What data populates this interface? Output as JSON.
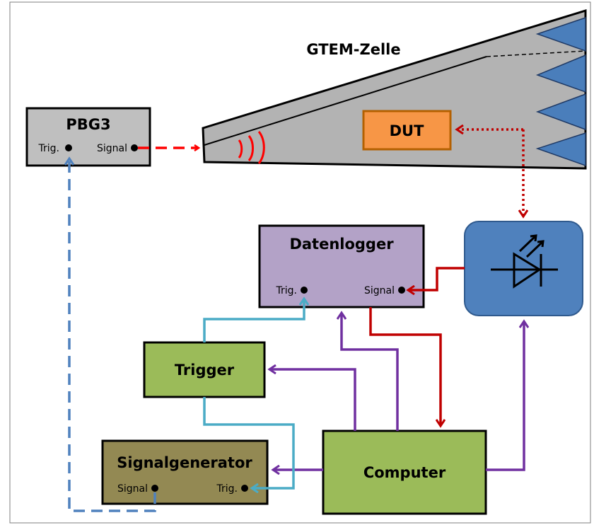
{
  "gtem": {
    "title": "GTEM-Zelle",
    "dut_label": "DUT"
  },
  "pbg3": {
    "title": "PBG3",
    "trig": "Trig.",
    "signal": "Signal"
  },
  "datenlogger": {
    "title": "Datenlogger",
    "trig": "Trig.",
    "signal": "Signal"
  },
  "trigger": {
    "title": "Trigger"
  },
  "signalgenerator": {
    "title": "Signalgenerator",
    "signal": "Signal",
    "trig": "Trig."
  },
  "computer": {
    "title": "Computer"
  },
  "colors": {
    "gray_box": "#bfbfbf",
    "gtem_body": "#b3b3b3",
    "absorber_blue": "#4a7ebb",
    "dut_orange": "#f79646",
    "datenlogger_purple": "#b3a2c7",
    "green_box": "#9bbb59",
    "olive_box": "#938953",
    "converter_blue": "#4f81bd",
    "red_line": "#c00000",
    "purple_line": "#7030a0",
    "cyan_line": "#4bacc6",
    "blue_dashed": "#4f81bd",
    "emit_red": "#ff0000"
  }
}
